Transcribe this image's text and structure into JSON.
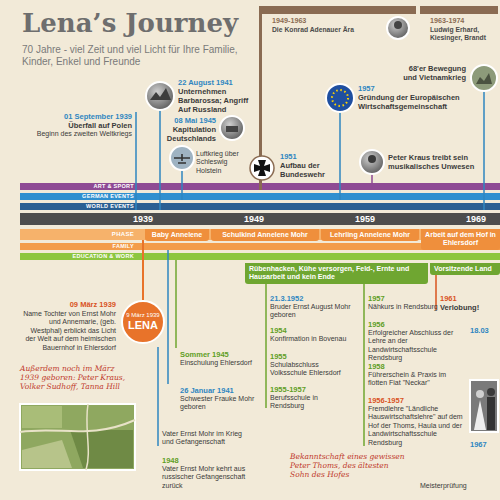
{
  "diagram": {
    "title": "Lena’s Journey",
    "nodes": [
      {
        "text": [
          "1949-1963",
          "Die Konrad Adenauer Ära"
        ]
      },
      {
        "text": [
          "1963-1974",
          "Ludwig Erhard, Kiesinger, Brandt"
        ]
      },
      {
        "text": [
          "Baby Annelene"
        ]
      },
      {
        "text": [
          "Schulkind Annelene Mohr"
        ]
      },
      {
        "text": [
          "Lehrling Annelene Mohr"
        ]
      },
      {
        "text": [
          "Arbeit auf dem Hof in Ehlersdorf"
        ]
      },
      {
        "text": [
          "Rübenhacken, Kühe versorgen, Feld-, Ernte und Hausarbeit und kein Ende"
        ]
      },
      {
        "text": [
          "Vorsitzende Land"
        ]
      },
      {
        "text": [
          "9 März 1939",
          "LENA"
        ]
      }
    ],
    "labels": [
      "70 Jahre - viel Zeit und viel Licht für Ihre Familie, Kinder, Enkel und Freunde",
      "ART & SPORT",
      "GERMAN EVENTS",
      "WORLD EVENTS",
      "1939",
      "1949",
      "1959",
      "1969",
      "PHASE",
      "FAMILY",
      "EDUCATION & WORK",
      "01 September 1939",
      "Überfall auf Polen",
      "Beginn des zweiten Weltkriegs",
      "22 August 1941",
      "Unternehmen Barbarossa; Angriff Auf Russland",
      "08 Mai 1945",
      "Kapitulation Deutschlands",
      "Luftkrieg über Schleswig Holstein",
      "1951",
      "Aufbau der Bundeswehr",
      "1957",
      "Gründung der Europäischen Wirtschaftsgemeinschaft",
      "Peter Kraus treibt sein musikalisches Unwesen",
      "68'er Bewegung und Vietnamkrieg",
      "09 März 1939",
      "Name Tochter von Ernst Mohr und Annemarie, (geb. Westphal) erblickt das Licht der Welt auf dem heimischen Bauernhof in Ehlersdorf",
      "Außerdem noch im März 1939 geboren: Peter Kraus, Volker Sudhoff, Tanna Hill",
      "Sommer 1945",
      "Einschulung Ehlersdorf",
      "26 Januar 1941",
      "Schwester Frauke Mohr geboren",
      "Vater Ernst Mohr im Krieg und Gefangenschaft",
      "1948",
      "Vater Ernst Mohr kehrt aus russischer Gefangenschaft zurück",
      "21.3.1952",
      "Bruder Ernst August Mohr geboren",
      "1954",
      "Konfirmation in Bovenau",
      "1955",
      "Schulabschluss Volksschule Ehlersdorf",
      "1955-1957",
      "Berufsschule in Rendsburg",
      "1957",
      "Nähkurs in Rendsburg",
      "1956",
      "Erfolgreicher Abschluss der Lehre an der Landwirtschaftsschule Rendsburg",
      "1958",
      "Führerschein & Praxis im flotten Fiat \"Neckar\"",
      "1956-1957",
      "Fremdlehre \"Ländliche Hauswirtschaftslehre\" auf dem Hof der Thoms, Haula und der Landwirtschaftsschule Rendsburg",
      "Bekanntschaft eines gewissen Peter Thoms, des ältesten Sohn des Hofes",
      "1961",
      "Verlobung!",
      "18.03",
      "1967",
      "Meisterprüfung"
    ]
  }
}
